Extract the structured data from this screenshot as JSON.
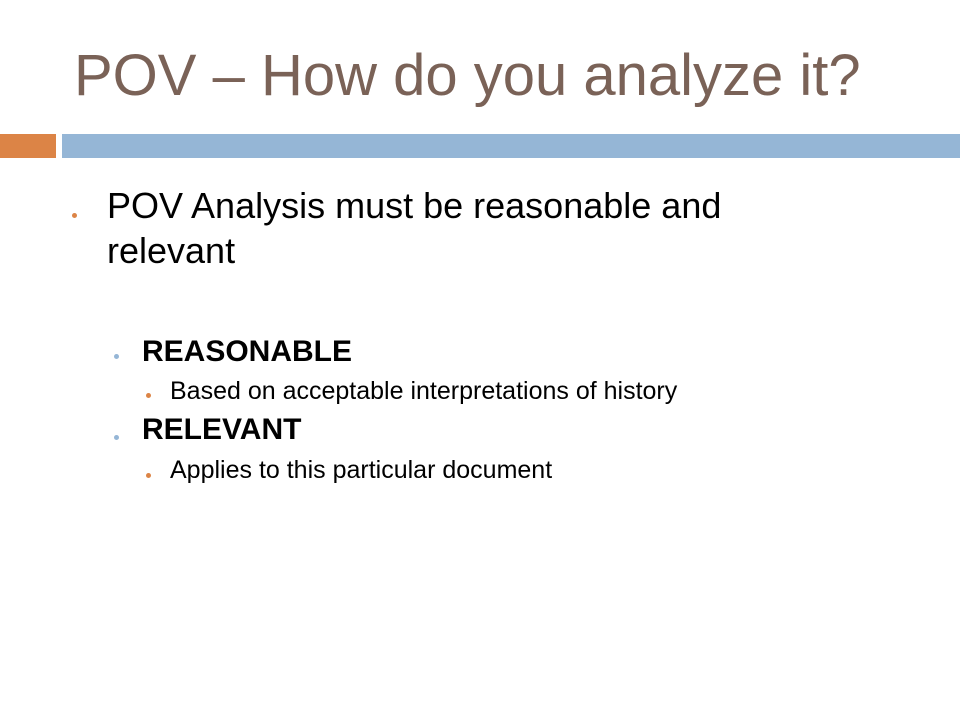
{
  "title": "POV – How do you analyze it?",
  "colors": {
    "title": "#7a6257",
    "accent_bar": "#dc8446",
    "rule_bar": "#95b6d6",
    "bullet_orange": "#dc8446",
    "bullet_blue": "#95b6d6"
  },
  "bullets": {
    "main_line1": "POV Analysis must be reasonable and",
    "main_line2": "relevant",
    "reasonable_heading": "REASONABLE",
    "reasonable_detail": "Based on acceptable interpretations of history",
    "relevant_heading": "RELEVANT",
    "relevant_detail": "Applies to this particular document"
  }
}
